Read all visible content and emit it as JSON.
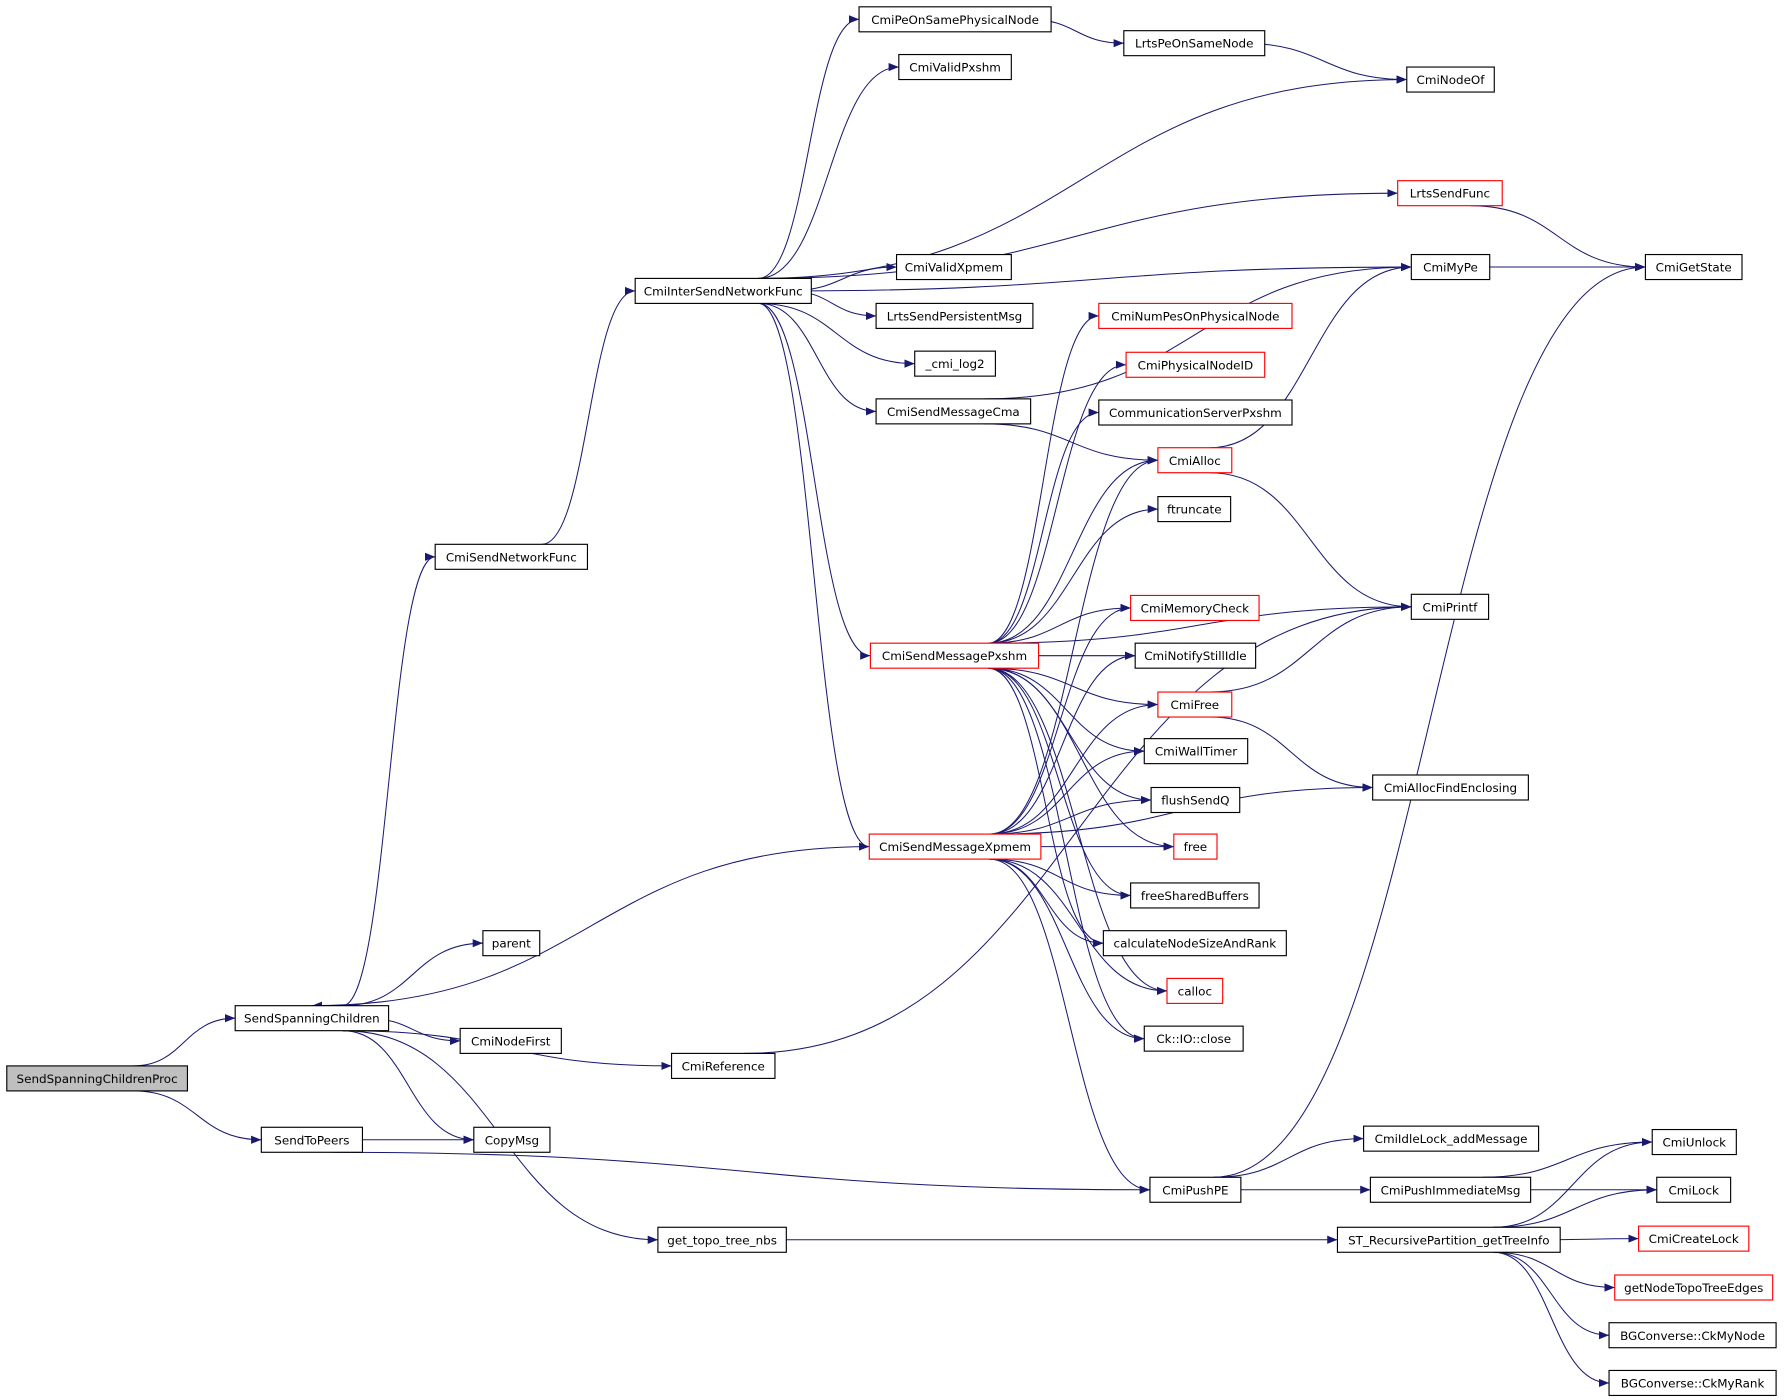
{
  "colors": {
    "edge": "#191970",
    "root_fill": "#bfbfbf",
    "truncated_border": "#ff0000",
    "border": "#000000"
  },
  "nodes": [
    {
      "id": "n0",
      "label": "SendSpanningChildrenProc",
      "root": true
    },
    {
      "id": "n1",
      "label": "SendSpanningChildren"
    },
    {
      "id": "n2",
      "label": "SendToPeers"
    },
    {
      "id": "n3",
      "label": "CmiSendNetworkFunc"
    },
    {
      "id": "n4",
      "label": "parent"
    },
    {
      "id": "n5",
      "label": "CmiNodeFirst"
    },
    {
      "id": "n6",
      "label": "CopyMsg"
    },
    {
      "id": "n7",
      "label": "CmiReference"
    },
    {
      "id": "n8",
      "label": "get_topo_tree_nbs"
    },
    {
      "id": "n9",
      "label": "CmiInterSendNetworkFunc"
    },
    {
      "id": "n10",
      "label": "CmiPeOnSamePhysicalNode"
    },
    {
      "id": "n11",
      "label": "CmiValidPxshm"
    },
    {
      "id": "n12",
      "label": "CmiValidXpmem"
    },
    {
      "id": "n13",
      "label": "LrtsSendPersistentMsg"
    },
    {
      "id": "n14",
      "label": "_cmi_log2"
    },
    {
      "id": "n15",
      "label": "CmiSendMessageCma"
    },
    {
      "id": "n16",
      "label": "CmiSendMessagePxshm",
      "truncated": true
    },
    {
      "id": "n17",
      "label": "CmiSendMessageXpmem",
      "truncated": true
    },
    {
      "id": "n18",
      "label": "LrtsPeOnSameNode"
    },
    {
      "id": "n19",
      "label": "CmiNodeOf"
    },
    {
      "id": "n20",
      "label": "LrtsSendFunc",
      "truncated": true
    },
    {
      "id": "n21",
      "label": "CmiMyPe"
    },
    {
      "id": "n22",
      "label": "CmiGetState"
    },
    {
      "id": "n23",
      "label": "CmiNumPesOnPhysicalNode",
      "truncated": true
    },
    {
      "id": "n24",
      "label": "CmiPhysicalNodeID",
      "truncated": true
    },
    {
      "id": "n25",
      "label": "CommunicationServerPxshm"
    },
    {
      "id": "n26",
      "label": "CmiAlloc",
      "truncated": true
    },
    {
      "id": "n27",
      "label": "ftruncate"
    },
    {
      "id": "n28",
      "label": "CmiMemoryCheck",
      "truncated": true
    },
    {
      "id": "n29",
      "label": "CmiNotifyStillIdle"
    },
    {
      "id": "n30",
      "label": "CmiFree",
      "truncated": true
    },
    {
      "id": "n31",
      "label": "CmiWallTimer"
    },
    {
      "id": "n32",
      "label": "flushSendQ"
    },
    {
      "id": "n33",
      "label": "free",
      "truncated": true
    },
    {
      "id": "n34",
      "label": "freeSharedBuffers"
    },
    {
      "id": "n35",
      "label": "calculateNodeSizeAndRank"
    },
    {
      "id": "n36",
      "label": "calloc",
      "truncated": true
    },
    {
      "id": "n37",
      "label": "Ck::IO::close"
    },
    {
      "id": "n38",
      "label": "CmiPrintf"
    },
    {
      "id": "n39",
      "label": "CmiAllocFindEnclosing"
    },
    {
      "id": "n40",
      "label": "CmiPushPE"
    },
    {
      "id": "n41",
      "label": "CmiIdleLock_addMessage"
    },
    {
      "id": "n42",
      "label": "CmiPushImmediateMsg"
    },
    {
      "id": "n43",
      "label": "ST_RecursivePartition_getTreeInfo"
    },
    {
      "id": "n44",
      "label": "CmiUnlock"
    },
    {
      "id": "n45",
      "label": "CmiLock"
    },
    {
      "id": "n46",
      "label": "CmiCreateLock",
      "truncated": true
    },
    {
      "id": "n47",
      "label": "getNodeTopoTreeEdges",
      "truncated": true
    },
    {
      "id": "n48",
      "label": "BGConverse::CkMyNode"
    },
    {
      "id": "n49",
      "label": "BGConverse::CkMyRank"
    }
  ],
  "edges": [
    [
      "n0",
      "n1"
    ],
    [
      "n0",
      "n2"
    ],
    [
      "n1",
      "n3"
    ],
    [
      "n1",
      "n4"
    ],
    [
      "n1",
      "n5"
    ],
    [
      "n1",
      "n6"
    ],
    [
      "n1",
      "n7"
    ],
    [
      "n1",
      "n8"
    ],
    [
      "n17",
      "n1"
    ],
    [
      "n2",
      "n6"
    ],
    [
      "n2",
      "n40"
    ],
    [
      "n3",
      "n9"
    ],
    [
      "n9",
      "n10"
    ],
    [
      "n9",
      "n11"
    ],
    [
      "n9",
      "n19"
    ],
    [
      "n9",
      "n20"
    ],
    [
      "n9",
      "n21"
    ],
    [
      "n9",
      "n12"
    ],
    [
      "n9",
      "n13"
    ],
    [
      "n9",
      "n14"
    ],
    [
      "n9",
      "n15"
    ],
    [
      "n9",
      "n16"
    ],
    [
      "n9",
      "n17"
    ],
    [
      "n10",
      "n18"
    ],
    [
      "n18",
      "n19"
    ],
    [
      "n20",
      "n22"
    ],
    [
      "n21",
      "n22"
    ],
    [
      "n15",
      "n21"
    ],
    [
      "n15",
      "n26"
    ],
    [
      "n26",
      "n21"
    ],
    [
      "n26",
      "n38"
    ],
    [
      "n30",
      "n38"
    ],
    [
      "n30",
      "n39"
    ],
    [
      "n16",
      "n23"
    ],
    [
      "n16",
      "n24"
    ],
    [
      "n16",
      "n25"
    ],
    [
      "n16",
      "n26"
    ],
    [
      "n16",
      "n27"
    ],
    [
      "n16",
      "n38"
    ],
    [
      "n16",
      "n28"
    ],
    [
      "n16",
      "n29"
    ],
    [
      "n16",
      "n30"
    ],
    [
      "n16",
      "n31"
    ],
    [
      "n16",
      "n32"
    ],
    [
      "n16",
      "n33"
    ],
    [
      "n16",
      "n34"
    ],
    [
      "n16",
      "n35"
    ],
    [
      "n16",
      "n36"
    ],
    [
      "n16",
      "n37"
    ],
    [
      "n17",
      "n26"
    ],
    [
      "n17",
      "n28"
    ],
    [
      "n17",
      "n29"
    ],
    [
      "n17",
      "n30"
    ],
    [
      "n17",
      "n31"
    ],
    [
      "n17",
      "n32"
    ],
    [
      "n17",
      "n33"
    ],
    [
      "n17",
      "n34"
    ],
    [
      "n17",
      "n35"
    ],
    [
      "n17",
      "n36"
    ],
    [
      "n17",
      "n37"
    ],
    [
      "n17",
      "n40"
    ],
    [
      "n17",
      "n39"
    ],
    [
      "n7",
      "n38"
    ],
    [
      "n40",
      "n22"
    ],
    [
      "n40",
      "n41"
    ],
    [
      "n40",
      "n42"
    ],
    [
      "n42",
      "n44"
    ],
    [
      "n42",
      "n45"
    ],
    [
      "n8",
      "n43"
    ],
    [
      "n43",
      "n44"
    ],
    [
      "n43",
      "n45"
    ],
    [
      "n43",
      "n46"
    ],
    [
      "n43",
      "n47"
    ],
    [
      "n43",
      "n48"
    ],
    [
      "n43",
      "n49"
    ]
  ]
}
